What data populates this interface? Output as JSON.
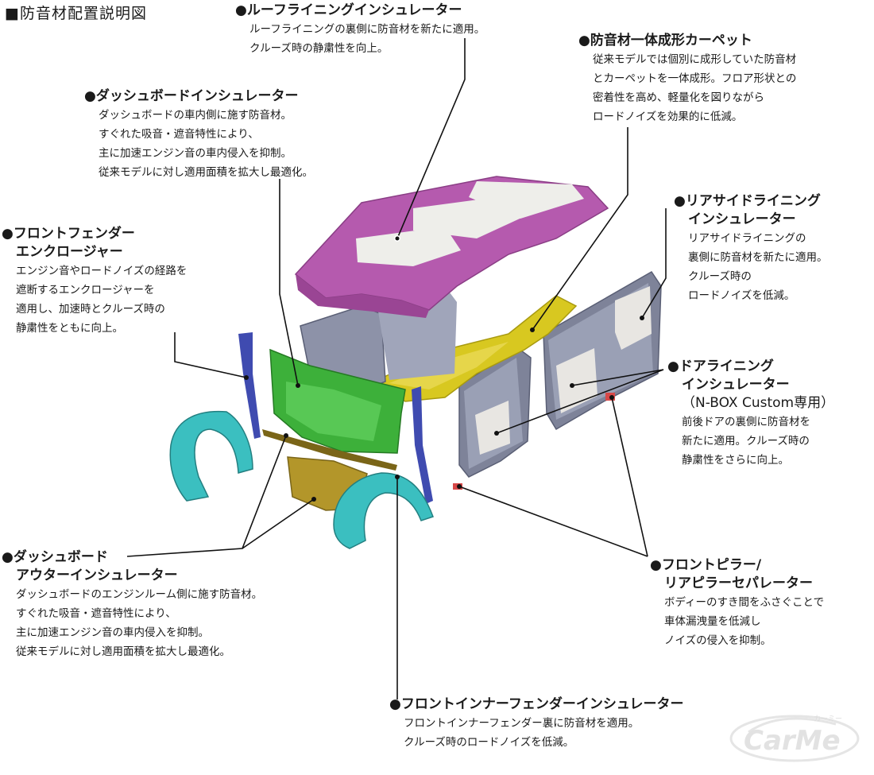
{
  "title": "■防音材配置説明図",
  "callouts": {
    "roof": {
      "head": [
        "●ルーフライニングインシュレーター"
      ],
      "body": [
        "ルーフライニングの裏側に防音材を新たに適用。",
        "クルーズ時の静粛性を向上。"
      ]
    },
    "carpet": {
      "head": [
        "●防音材一体成形カーペット"
      ],
      "body": [
        "従来モデルでは個別に成形していた防音材",
        "とカーペットを一体成形。フロア形状との",
        "密着性を高め、軽量化を図りながら",
        "ロードノイズを効果的に低減。"
      ]
    },
    "dashboard": {
      "head": [
        "●ダッシュボードインシュレーター"
      ],
      "body": [
        "ダッシュボードの車内側に施す防音材。",
        "すぐれた吸音・遮音特性により、",
        "主に加速エンジン音の車内侵入を抑制。",
        "従来モデルに対し適用面積を拡大し最適化。"
      ]
    },
    "rear_side": {
      "head": [
        "●リアサイドライニング",
        "インシュレーター"
      ],
      "body": [
        "リアサイドライニングの",
        "裏側に防音材を新たに適用。",
        "クルーズ時の",
        "ロードノイズを低減。"
      ]
    },
    "front_fender": {
      "head": [
        "●フロントフェンダー",
        "エンクロージャー"
      ],
      "body": [
        "エンジン音やロードノイズの経路を",
        "遮断するエンクロージャーを",
        "適用し、加速時とクルーズ時の",
        "静粛性をともに向上。"
      ]
    },
    "door": {
      "head": [
        "●ドアライニング",
        "インシュレーター",
        "（N-BOX Custom専用）"
      ],
      "body": [
        "前後ドアの裏側に防音材を",
        "新たに適用。クルーズ時の",
        "静粛性をさらに向上。"
      ]
    },
    "dash_outer": {
      "head": [
        "●ダッシュボード",
        "アウターインシュレーター"
      ],
      "body": [
        "ダッシュボードのエンジンルーム側に施す防音材。",
        "すぐれた吸音・遮音特性により、",
        "主に加速エンジン音の車内侵入を抑制。",
        "従来モデルに対し適用面積を拡大し最適化。"
      ]
    },
    "pillar": {
      "head": [
        "●フロントピラー/",
        "リアピラーセパレーター"
      ],
      "body": [
        "ボディーのすき間をふさぐことで",
        "車体漏洩量を低減し",
        "ノイズの侵入を抑制。"
      ]
    },
    "inner_fender": {
      "head": [
        "●フロントインナーフェンダーインシュレーター"
      ],
      "body": [
        "フロントインナーフェンダー裏に防音材を適用。",
        "クルーズ時のロードノイズを低減。"
      ]
    }
  },
  "logo": {
    "brand": "CarMe",
    "kana": "カーミー"
  },
  "colors": {
    "roof": "#b55aae",
    "roof_pad": "#eeeeea",
    "carpet": "#d8c820",
    "dashboard": "#3db03a",
    "fender": "#3bbfc0",
    "outer_dash": "#b3962a",
    "pillar": "#3f4bb0",
    "door": "#8a8fa5",
    "door_pad": "#e8e6e2",
    "separator": "#d84848"
  }
}
